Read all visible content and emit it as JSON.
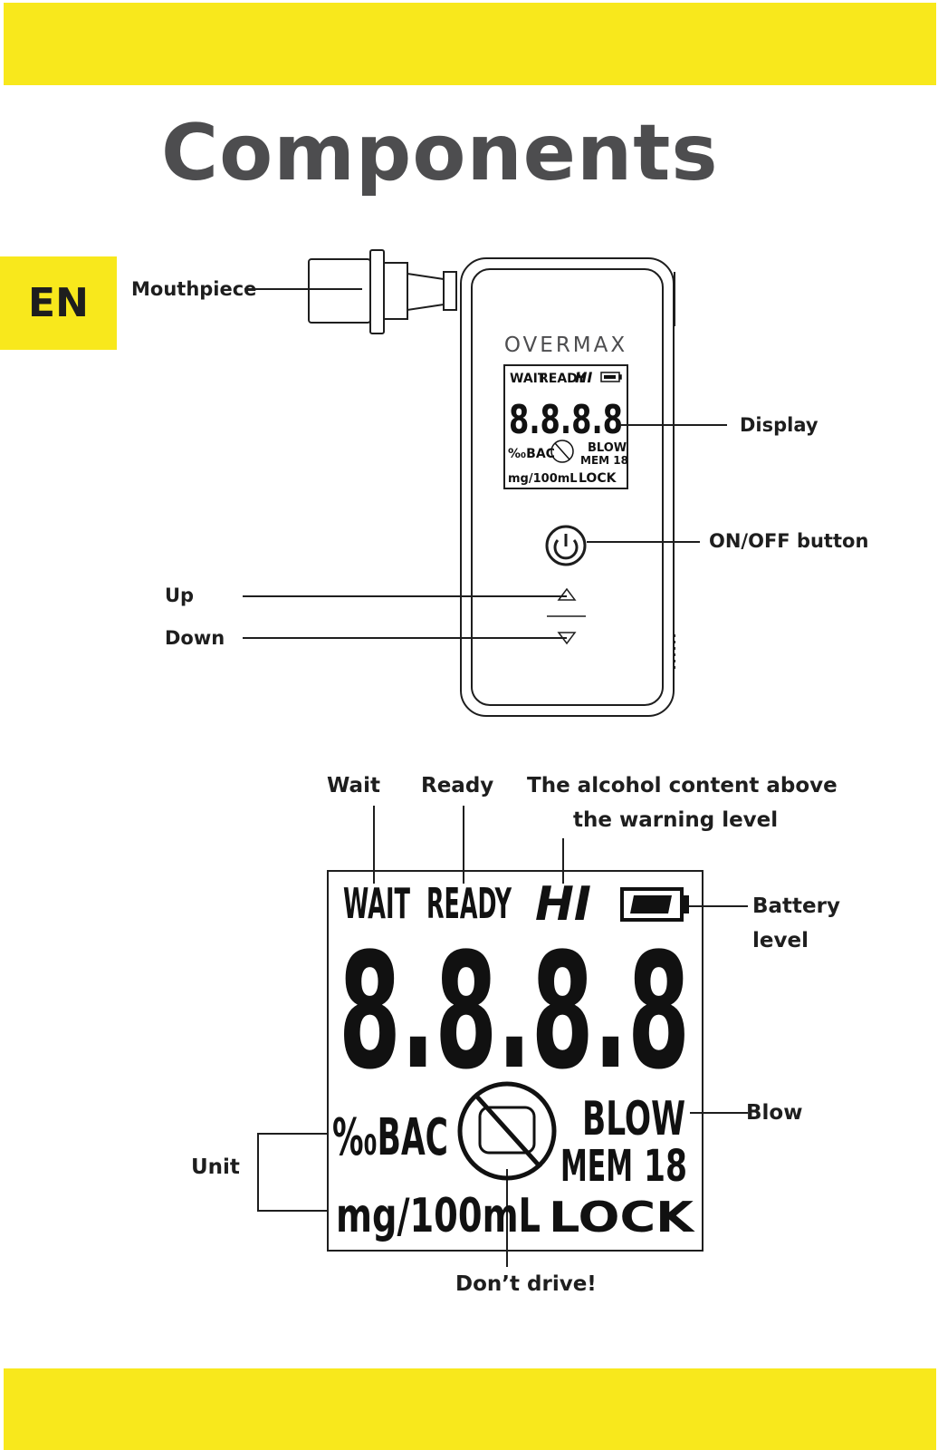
{
  "title": "Components",
  "language": "EN",
  "device": {
    "brand": "OVERMAX",
    "labels": {
      "mouthpiece": "Mouthpiece",
      "display": "Display",
      "power": "ON/OFF button",
      "up": "Up",
      "down": "Down"
    },
    "screen": {
      "wait": "WAIT",
      "ready": "READY",
      "hi": "HI",
      "digits": "8.8.8.8",
      "unit_bac": "%₀BAC",
      "unit_mg": "mg/100mL",
      "blow": "BLOW",
      "mem": "MEM 18",
      "lock": "LOCK"
    }
  },
  "display_detail": {
    "labels": {
      "wait": "Wait",
      "ready": "Ready",
      "hi_line1": "The alcohol content above",
      "hi_line2": "the warning level",
      "battery_line1": "Battery",
      "battery_line2": "level",
      "blow": "Blow",
      "unit": "Unit",
      "dont_drive": "Don’t drive!"
    },
    "screen": {
      "wait": "WAIT",
      "ready": "READY",
      "hi": "HI",
      "digits": "8.8.8.8",
      "unit_bac": "%₀BAC",
      "unit_mg": "mg/100mL",
      "blow": "BLOW",
      "mem": "MEM",
      "mem_num": "18",
      "lock": "LOCK"
    }
  },
  "colors": {
    "accent_yellow": "#f8e81c",
    "title_gray": "#4d4d4f",
    "ink": "#1e1e1e"
  }
}
